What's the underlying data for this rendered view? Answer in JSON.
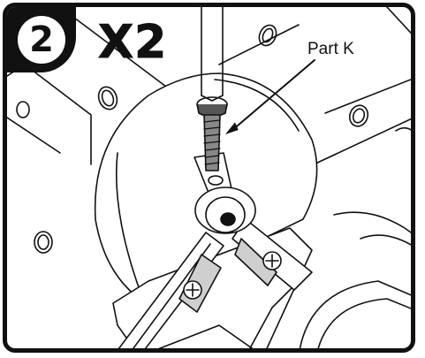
{
  "step": {
    "number": "2",
    "quantity": "X2"
  },
  "callout": {
    "label": "Part K"
  },
  "colors": {
    "line": "#111111",
    "fill": "#ffffff",
    "shade": "#cfcfcf"
  }
}
